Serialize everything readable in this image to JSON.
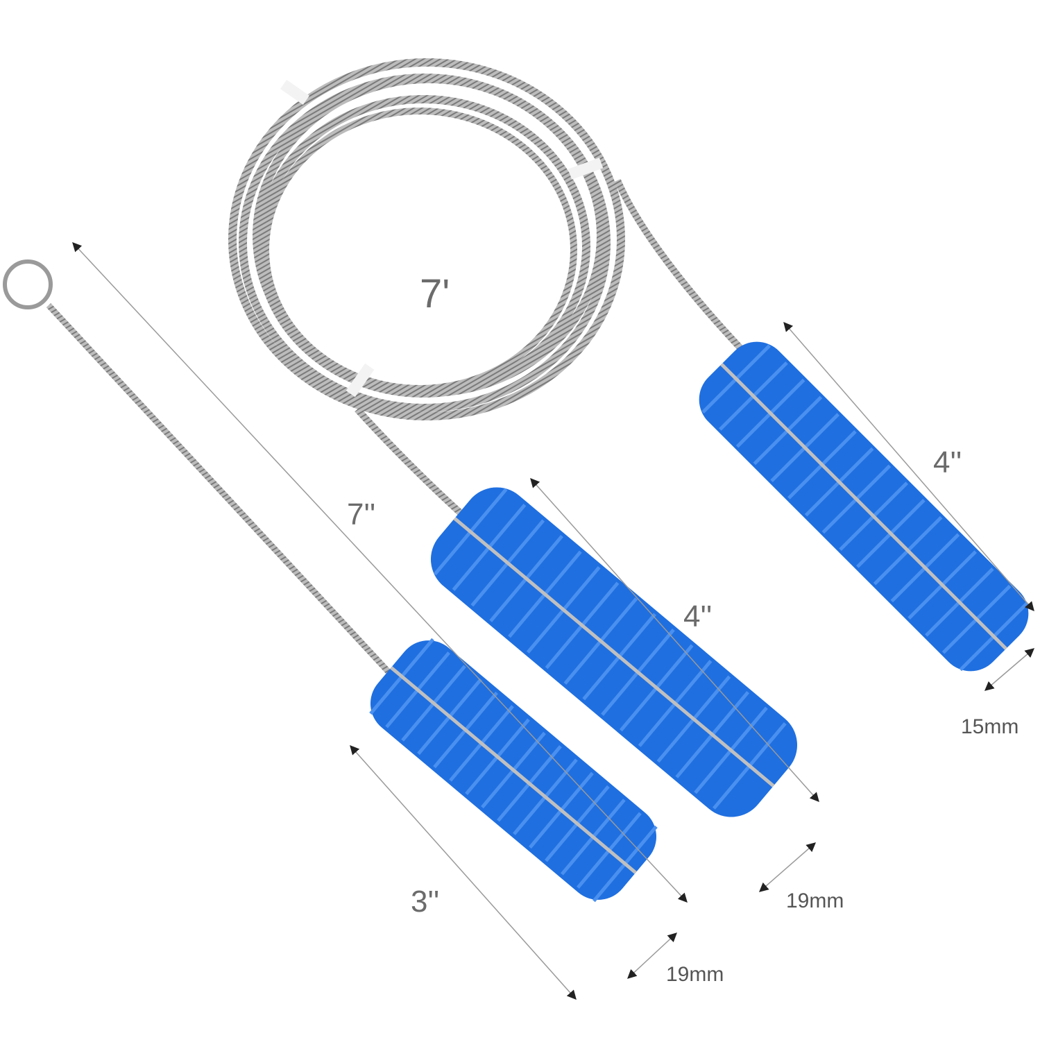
{
  "colors": {
    "background": "#ffffff",
    "bristle": "#1f6fe0",
    "bristle_light": "#4a90f0",
    "wire": "#a8a8a8",
    "wire_dark": "#6e6e6e",
    "dim_line": "#9a9a9a",
    "label": "#6b6b6b"
  },
  "labels": {
    "cable_length": "7'",
    "short_brush_total": "7''",
    "short_brush_head": "3''",
    "short_brush_diameter": "19mm",
    "middle_brush_head": "4''",
    "middle_brush_diameter": "19mm",
    "right_brush_head": "4''",
    "right_brush_diameter": "15mm"
  }
}
